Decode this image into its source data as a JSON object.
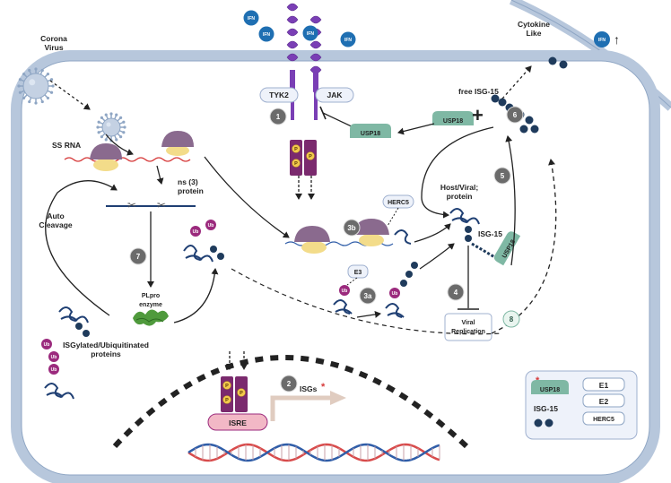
{
  "labels": {
    "corona_virus": "Corona\nVirus",
    "ss_rna": "SS RNA",
    "ns3_protein": "ns (3)\nprotein",
    "auto_cleavage": "Auto\nCleavage",
    "plpro_enzyme": "PLpro\nenzyme",
    "isgylated": "ISGylated/Ubiquitinated\nproteins",
    "tyk2": "TYK2",
    "jak": "JAK",
    "usp18": "USP18",
    "free_isg15": "free ISG-15",
    "cytokine_like": "Cytokine\nLike",
    "herc5": "HERC5",
    "host_viral_protein": "Host/Viral;\nprotein",
    "isg15": "ISG-15",
    "e3": "E3",
    "viral_replication": "Viral\nReplication",
    "isre": "ISRE",
    "isgs": "ISGs",
    "isgs_mark": "*",
    "ifn": "IFN",
    "ub": "Ub",
    "p": "P",
    "plus": "+",
    "arrow_up": "↑"
  },
  "steps": [
    "1",
    "2",
    "3a",
    "3b",
    "4",
    "5",
    "6",
    "7",
    "8"
  ],
  "legend": {
    "usp18": "USP18",
    "usp18_mark": "*",
    "e1": "E1",
    "e2": "E2",
    "isg15": "ISG-15",
    "herc5": "HERC5"
  },
  "colors": {
    "membrane": "#b7c7dc",
    "membrane_dark": "#8fa6c4",
    "cell_fill": "#ffffff",
    "receptor": "#7a3fb5",
    "ifn": "#1f6fb2",
    "usp18": "#7fb8a4",
    "isg15_bead": "#1f3b5c",
    "ub": "#9b2a7d",
    "step_badge": "#6b6b6b",
    "rna": "#d63a3a",
    "dna_red": "#d84b4b",
    "dna_blue": "#2f5da8",
    "nucleus": "#222222",
    "stat": "#7b2a6e",
    "isre": "#f2b8c6",
    "ribosome_top": "#8a6a8e",
    "ribosome_bottom": "#f3dc8a",
    "plpro": "#4f9a3c",
    "protein": "#1f3f73"
  }
}
